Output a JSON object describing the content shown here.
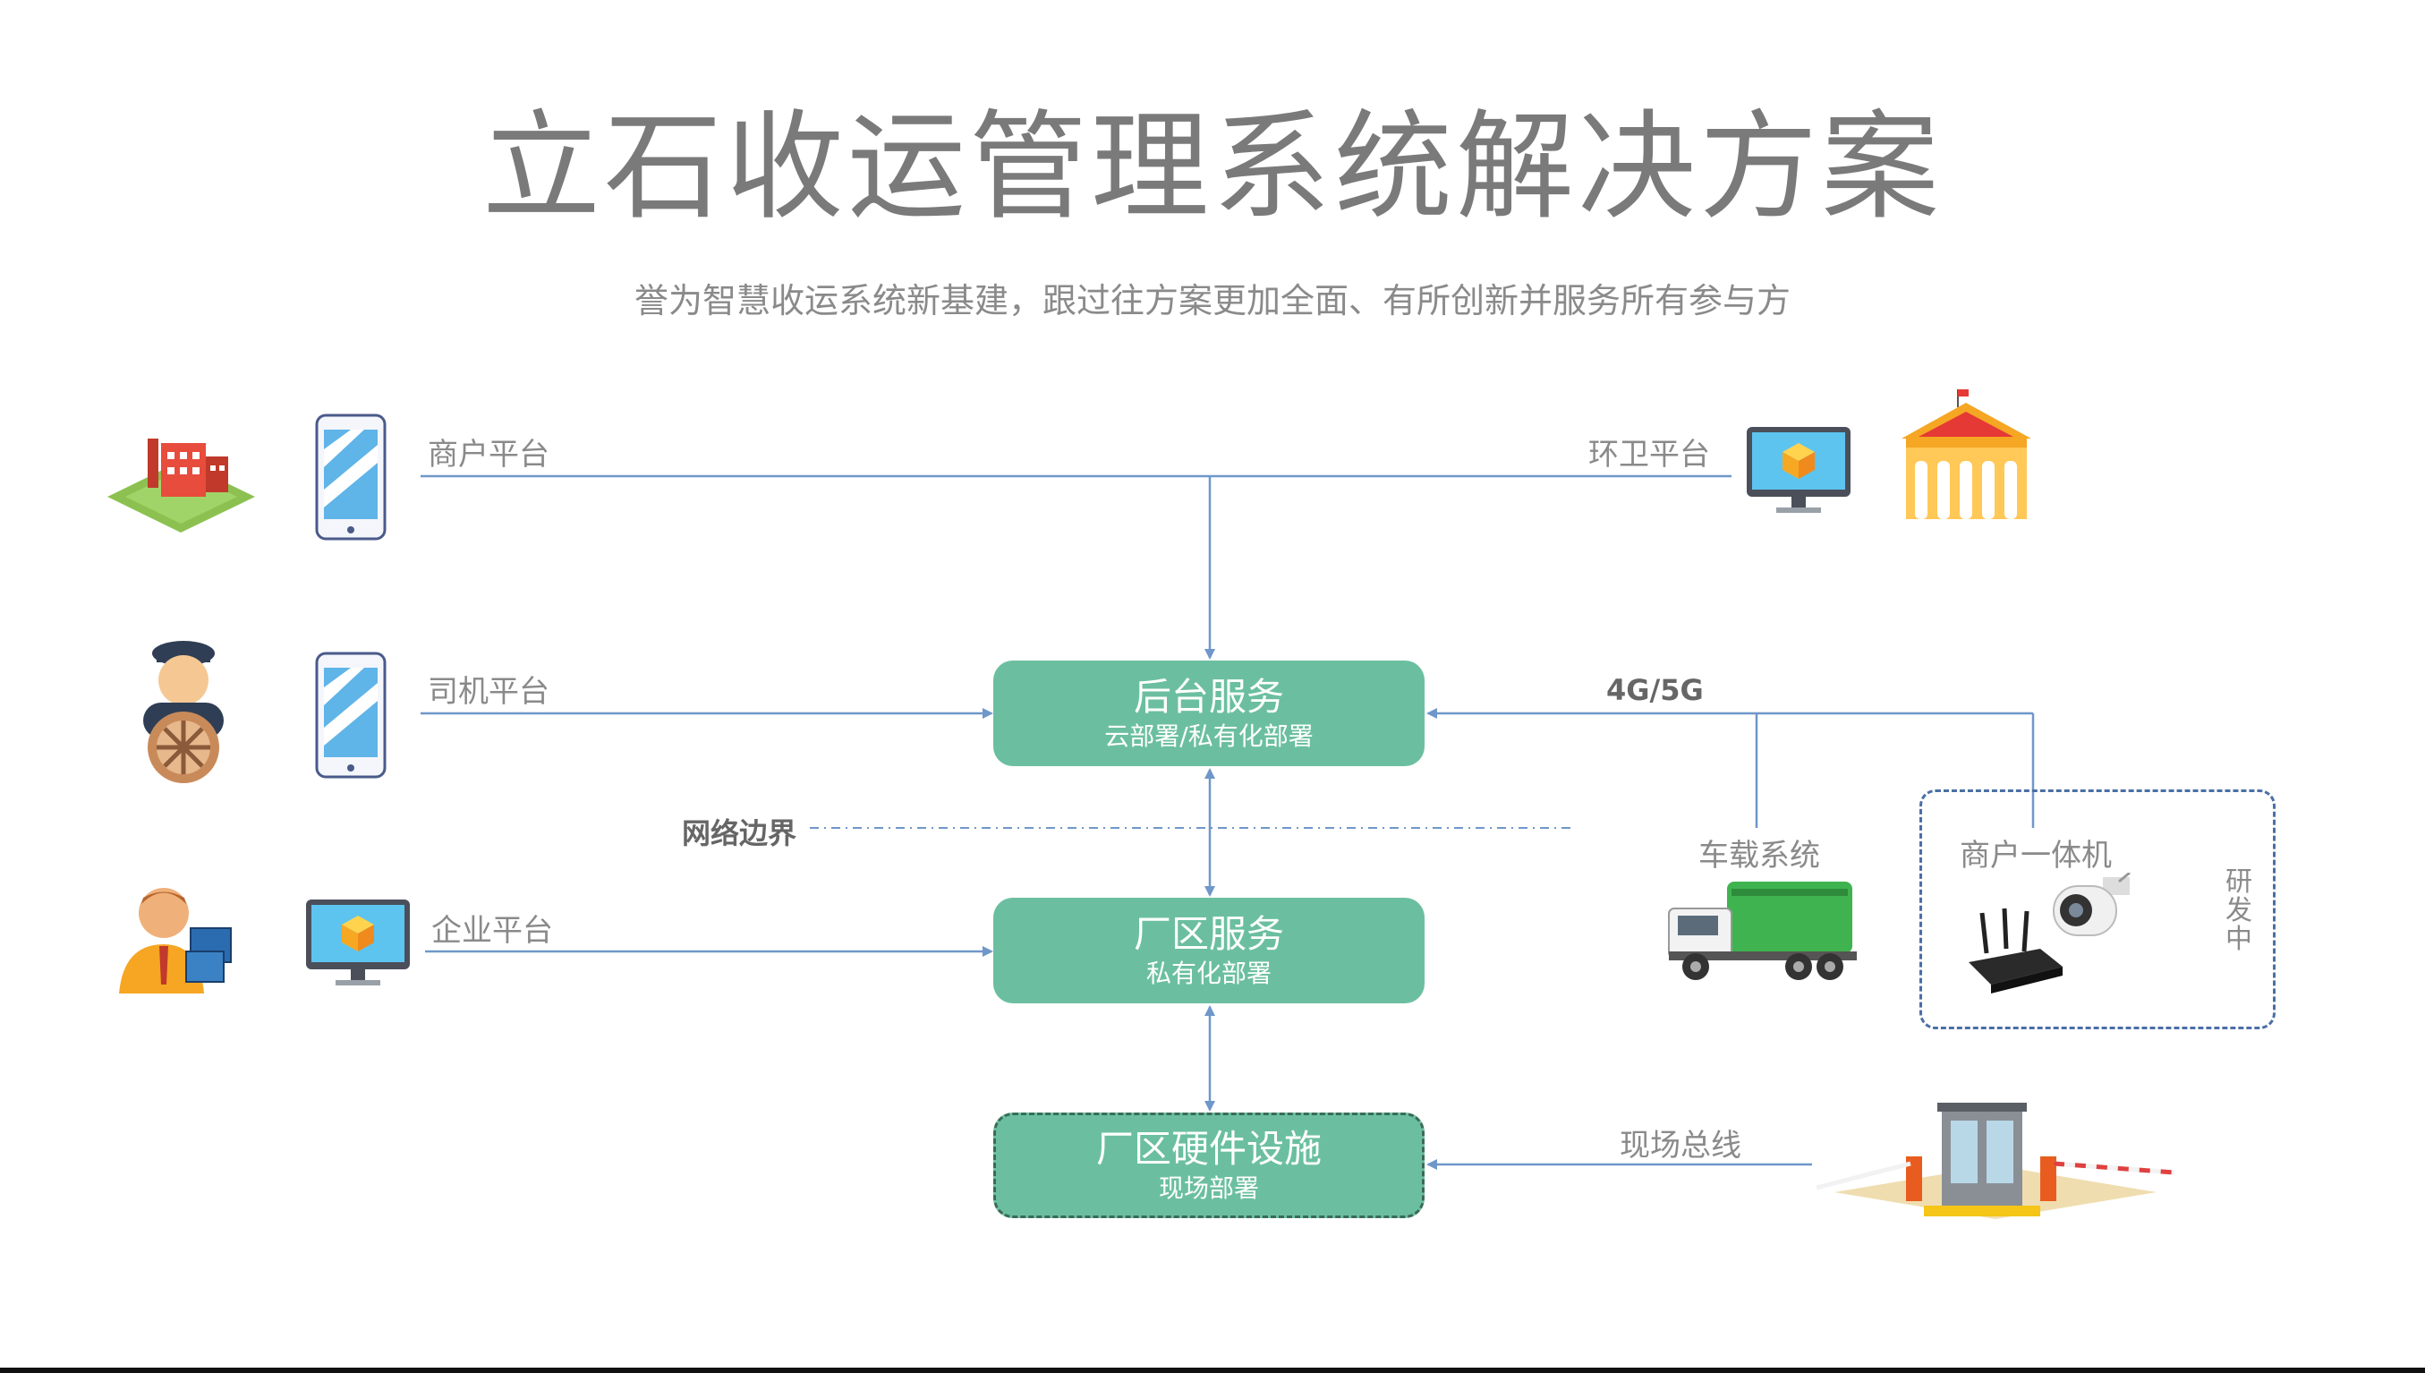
{
  "title": "立石收运管理系统解决方案",
  "subtitle": "誉为智慧收运系统新基建，跟过往方案更加全面、有所创新并服务所有参与方",
  "left_platforms": [
    {
      "label": "商户平台"
    },
    {
      "label": "司机平台"
    },
    {
      "label": "企业平台"
    }
  ],
  "right_top": {
    "label": "环卫平台"
  },
  "boxes": {
    "backend": {
      "main": "后台服务",
      "sub": "云部署/私有化部署"
    },
    "factory": {
      "main": "厂区服务",
      "sub": "私有化部署"
    },
    "hardware": {
      "main": "厂区硬件设施",
      "sub": "现场部署"
    }
  },
  "network_boundary": "网络边界",
  "network_label": "4G/5G",
  "vehicle_system": "车载系统",
  "merchant_device": "商户一体机",
  "research_note": "研发中",
  "field_bus": "现场总线",
  "colors": {
    "box": "#6bbfa0",
    "line": "#6f97c9",
    "text": "#8a8a8a",
    "title": "#7a7a7a"
  }
}
